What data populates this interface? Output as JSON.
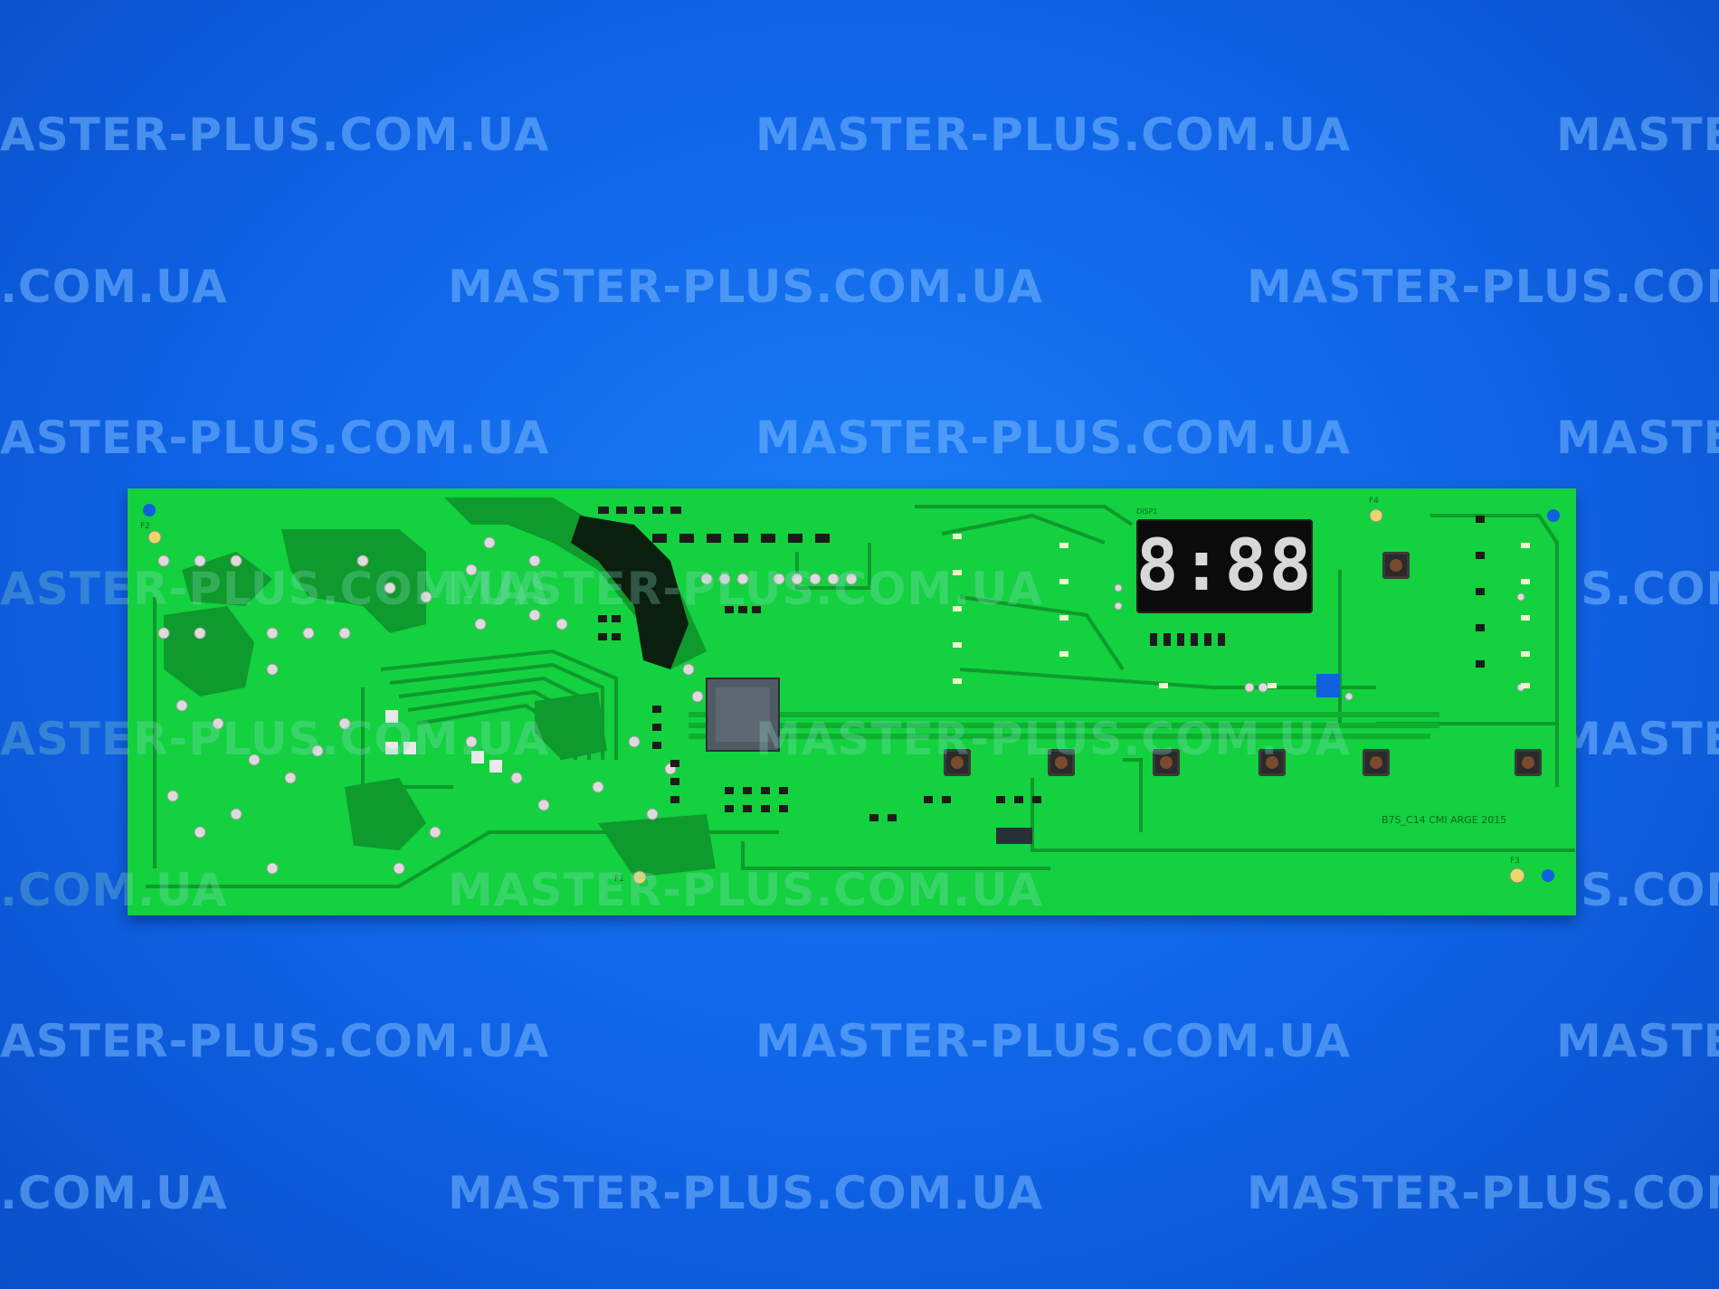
{
  "watermark": {
    "text": "MASTER-PLUS.COM.UA",
    "partial_text": "MASTE",
    "partial_text_right": "MASTER-PLUS.COM",
    "partial_text_left": ".COM.UA",
    "partial_text_left_alt": "ASTER-PLUS.COM.UA"
  },
  "board": {
    "display_readout": "8:88",
    "marking": "B7S_C14 CMI ARGE 2015",
    "silkscreen_fuses": [
      "F2",
      "F1",
      "F3",
      "F4"
    ],
    "silkscreen_display_label": "DISP1"
  },
  "colors": {
    "background": "#0f63e6",
    "board": "#13d13f",
    "traces": "#0e9a2c",
    "watermark": "#78b9ff"
  }
}
